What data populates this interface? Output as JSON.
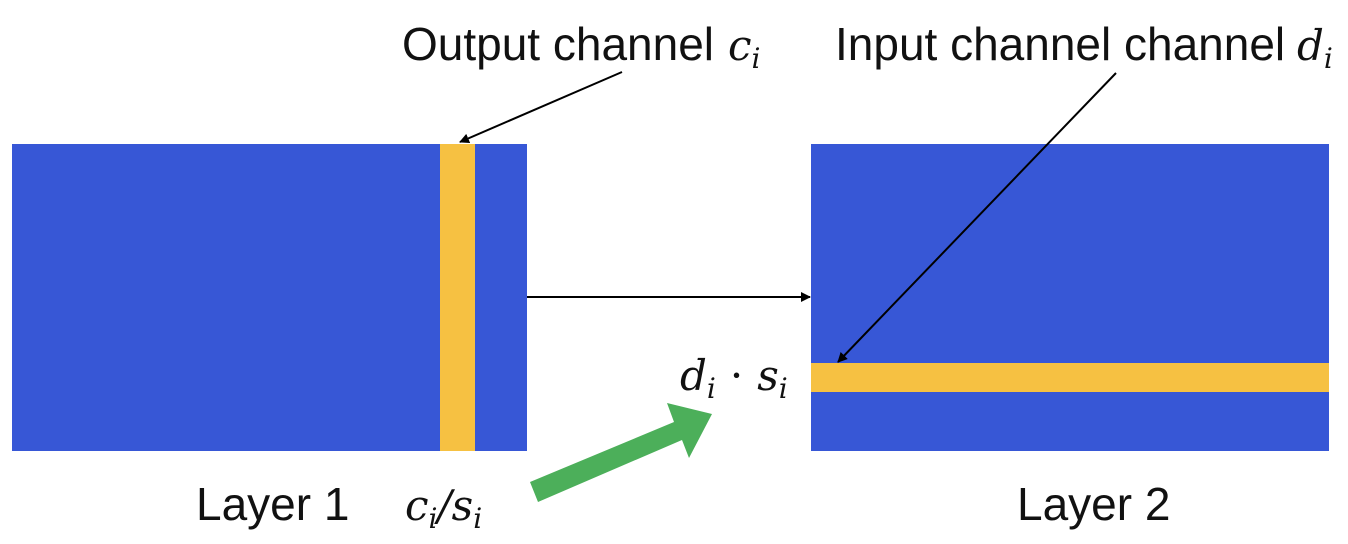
{
  "labels": {
    "output_channel": "Output channel",
    "output_var": "c",
    "output_sub": "i",
    "input_channel": "Input channel channel",
    "input_var": "d",
    "input_sub": "i",
    "layer1": "Layer 1",
    "layer2": "Layer 2",
    "scale_down": {
      "a": "c",
      "a_sub": "i",
      "op": "/",
      "b": "s",
      "b_sub": "i"
    },
    "scale_up": {
      "a": "d",
      "a_sub": "i",
      "op": "·",
      "b": "s",
      "b_sub": "i"
    }
  },
  "colors": {
    "matrix": "#3757d6",
    "highlight": "#f6c142",
    "arrow": "#000000",
    "green_arrow": "#4caf5a"
  }
}
